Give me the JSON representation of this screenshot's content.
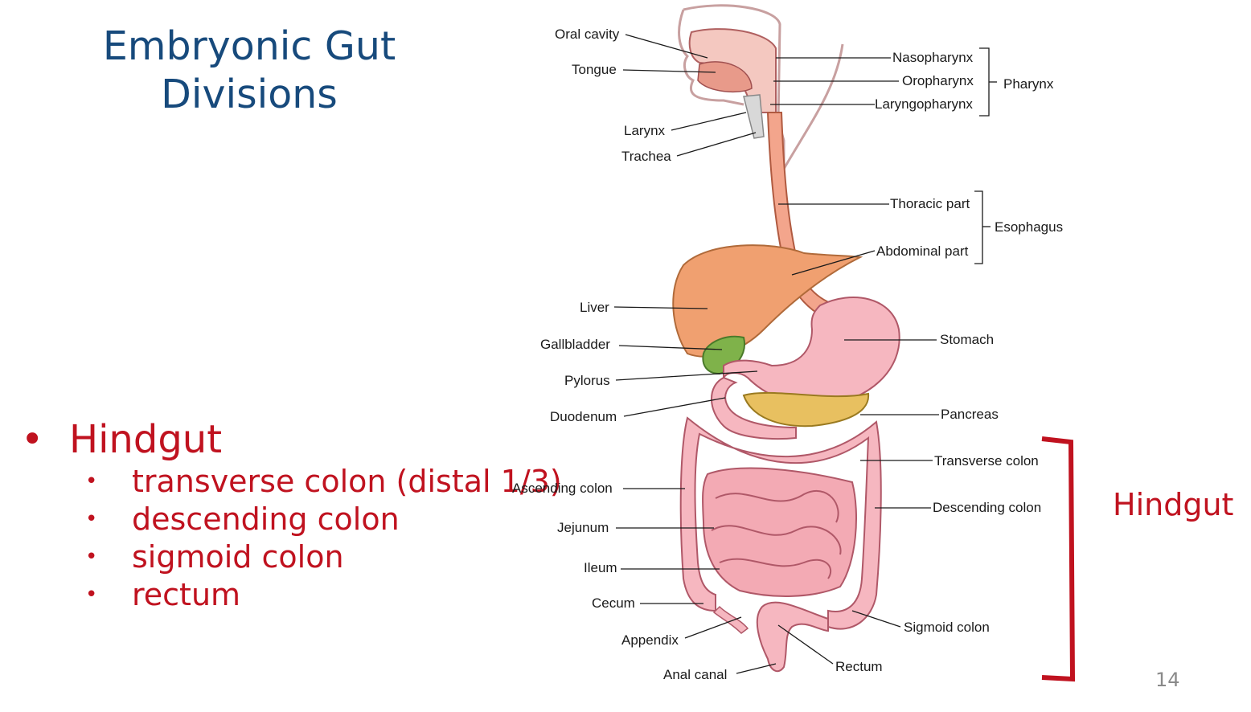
{
  "title": "Embryonic Gut Divisions",
  "bullets": {
    "main": "Hindgut",
    "items": [
      "transverse colon (distal 1/3)",
      "descending colon",
      "sigmoid colon",
      "rectum"
    ]
  },
  "diagram": {
    "labels": {
      "oral_cavity": "Oral cavity",
      "tongue": "Tongue",
      "larynx": "Larynx",
      "trachea": "Trachea",
      "nasopharynx": "Nasopharynx",
      "oropharynx": "Oropharynx",
      "laryngopharynx": "Laryngopharynx",
      "pharynx": "Pharynx",
      "thoracic_part": "Thoracic part",
      "abdominal_part": "Abdominal part",
      "esophagus": "Esophagus",
      "liver": "Liver",
      "gallbladder": "Gallbladder",
      "pylorus": "Pylorus",
      "duodenum": "Duodenum",
      "stomach": "Stomach",
      "pancreas": "Pancreas",
      "transverse_colon": "Transverse colon",
      "ascending_colon": "Ascending colon",
      "descending_colon": "Descending colon",
      "jejunum": "Jejunum",
      "ileum": "Ileum",
      "cecum": "Cecum",
      "appendix": "Appendix",
      "sigmoid_colon": "Sigmoid colon",
      "rectum": "Rectum",
      "anal_canal": "Anal canal"
    }
  },
  "bracket_label": "Hindgut",
  "page_number": "14",
  "colors": {
    "title": "#174a7c",
    "accent_red": "#c0121f",
    "organ_pink": "#f2b3b8",
    "liver_orange": "#f0a070",
    "gallbladder_green": "#7fb24a",
    "pancreas_yellow": "#e8c060"
  }
}
